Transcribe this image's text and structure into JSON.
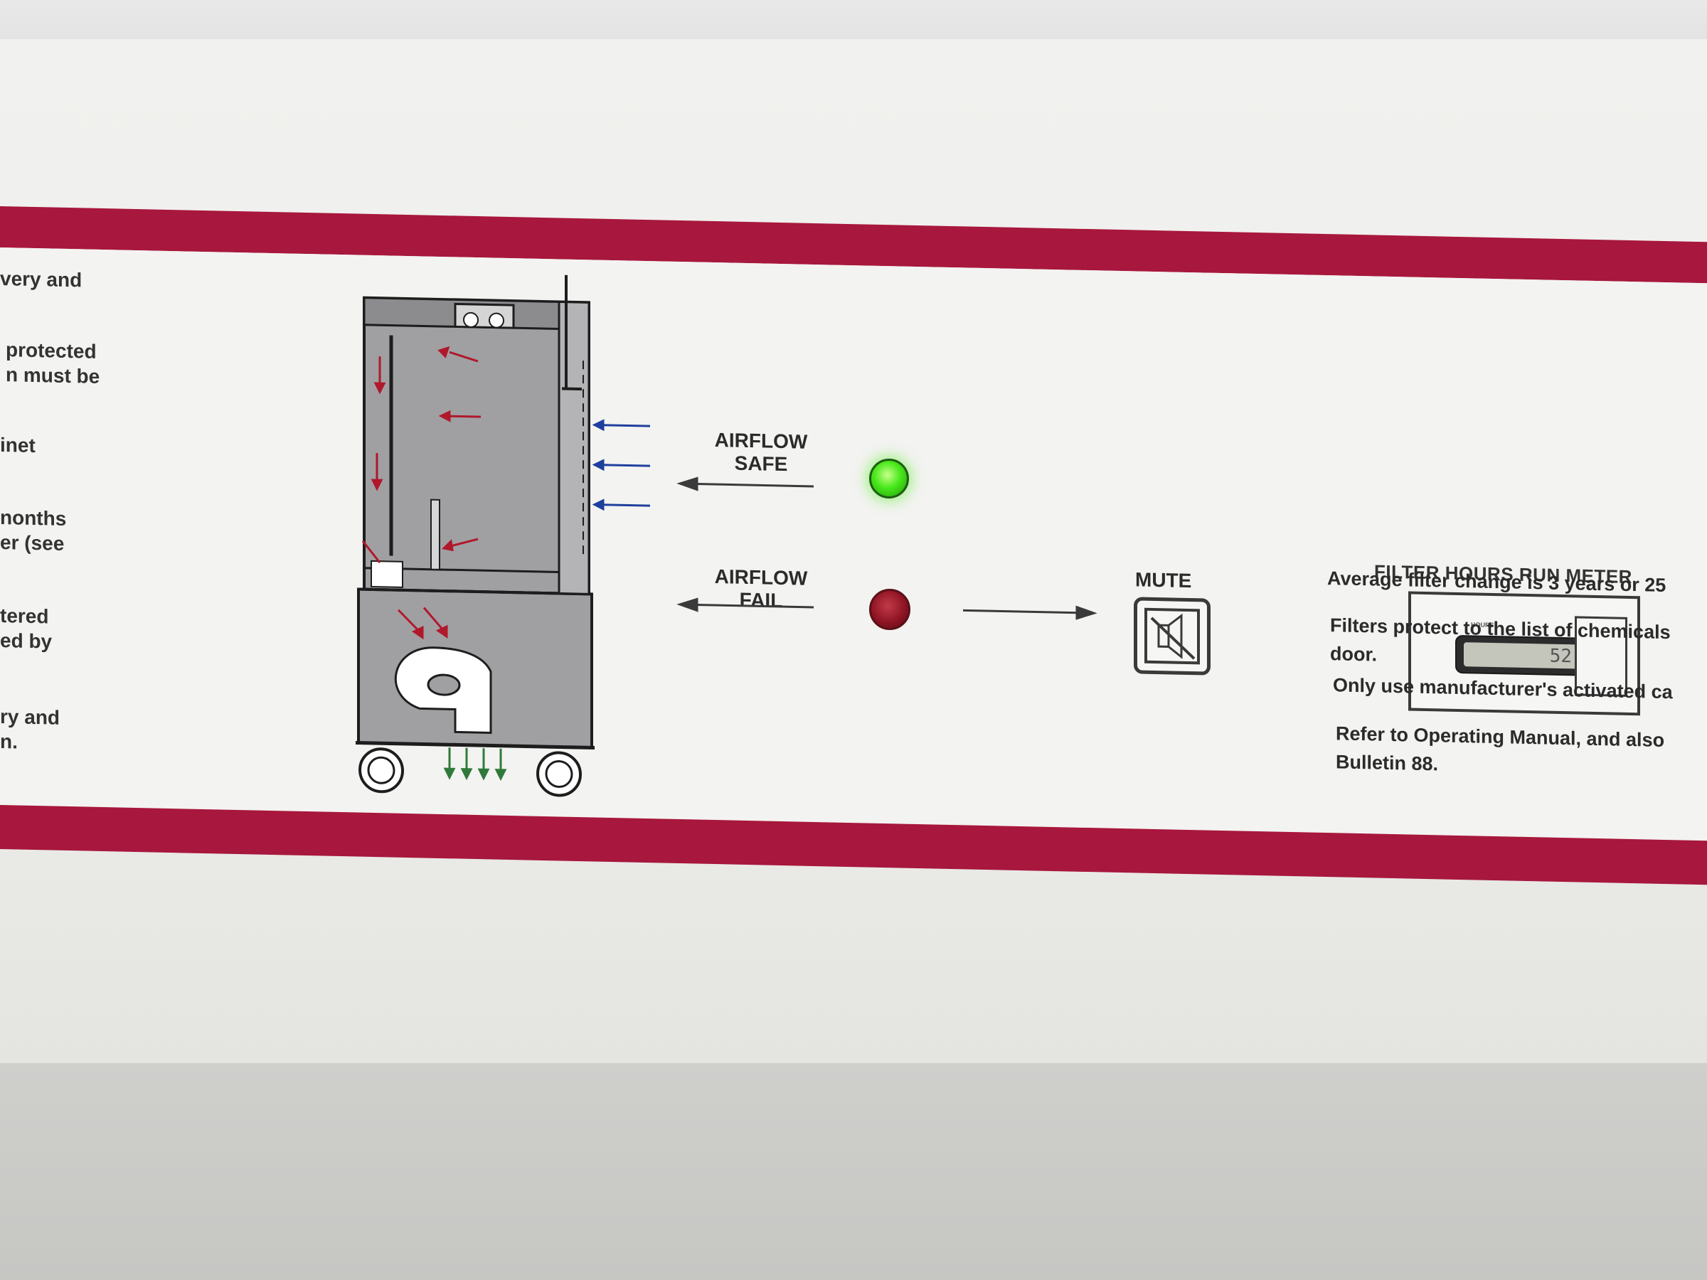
{
  "left_text": [
    "very and",
    "protected\nn must be",
    "inet",
    "nonths\ner (see",
    "tered\ned by",
    "ry and\nn."
  ],
  "airflow_safe": "AIRFLOW\nSAFE",
  "airflow_fail": "AIRFLOW\nFAIL",
  "mute": "MUTE",
  "meter": {
    "title": "FILTER HOURS RUN METER",
    "unit": "HOURS",
    "reading": "52"
  },
  "right_text": {
    "line1": "Average filter change is 3 years or 25",
    "line2": "Filters protect to the list of chemicals\ndoor.",
    "line3": "Only use manufacturer's activated ca",
    "line4": "Refer to Operating Manual, and also\nBulletin 88."
  },
  "colors": {
    "band": "#a8173d",
    "label_bg": "#f3f3f1",
    "led_safe": "#49e81b",
    "led_fail": "#8f1424",
    "diagram_gray": "#a0a0a3"
  },
  "indicators": {
    "safe_lit": true,
    "fail_lit": false
  }
}
